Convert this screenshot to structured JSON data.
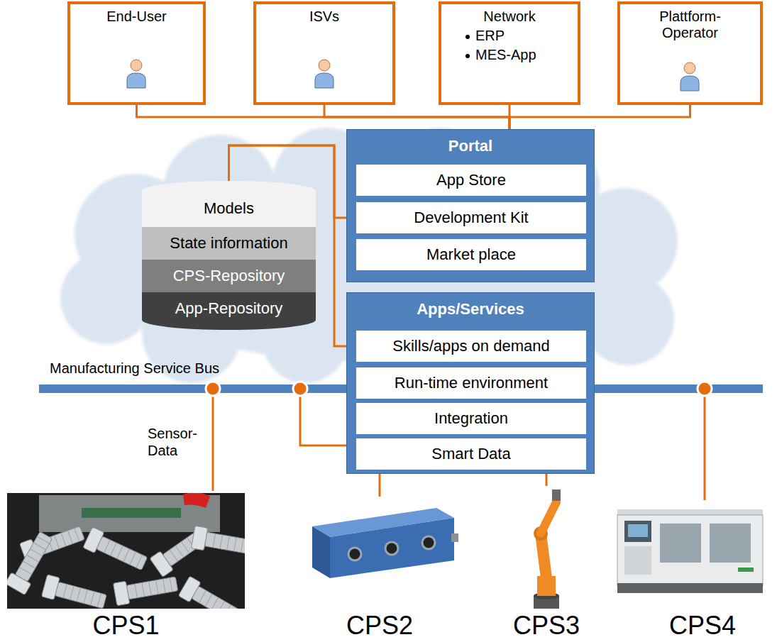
{
  "diagram": {
    "nodes": [
      {
        "text": [
          "End-User"
        ]
      },
      {
        "text": [
          "ISVs"
        ]
      },
      {
        "text": [
          "Network",
          "ERP",
          "MES-App"
        ]
      },
      {
        "text": [
          "Plattform-Operator"
        ]
      },
      {
        "text": [
          "Portal"
        ]
      },
      {
        "text": [
          "App Store"
        ],
        "in": 4
      },
      {
        "text": [
          "Development Kit"
        ],
        "in": 4
      },
      {
        "text": [
          "Market place"
        ],
        "in": 4
      },
      {
        "text": [
          "Models"
        ]
      },
      {
        "text": [
          "State information"
        ]
      },
      {
        "text": [
          "CPS-Repository"
        ]
      },
      {
        "text": [
          "App-Repository"
        ]
      },
      {
        "text": [
          "Manufacturing Service Bus"
        ]
      },
      {
        "text": [
          "Apps/Services"
        ]
      },
      {
        "text": [
          "Skills/apps on demand"
        ],
        "in": 13
      },
      {
        "text": [
          "Run-time environment"
        ],
        "in": 13
      },
      {
        "text": [
          "Integration"
        ],
        "in": 13
      },
      {
        "text": [
          "Smart Data"
        ],
        "in": 13
      },
      {
        "text": [
          "CPS1"
        ]
      },
      {
        "text": [
          "CPS2"
        ]
      },
      {
        "text": [
          "CPS3"
        ]
      },
      {
        "text": [
          "CPS4"
        ]
      }
    ],
    "edges": [
      {
        "from": 0,
        "to": 4,
        "arrow": "none"
      },
      {
        "from": 1,
        "to": 4,
        "arrow": "none"
      },
      {
        "from": 2,
        "to": 4,
        "arrow": "none"
      },
      {
        "from": 3,
        "to": 4,
        "arrow": "none"
      },
      {
        "from": 8,
        "to": 6,
        "arrow": "none"
      },
      {
        "from": 8,
        "to": 14,
        "arrow": "none"
      },
      {
        "from": 12,
        "to": 18,
        "label": "Sensor-Data",
        "arrow": "none"
      },
      {
        "from": 12,
        "to": 13,
        "arrow": "none"
      },
      {
        "from": 13,
        "to": 19,
        "arrow": "none"
      },
      {
        "from": 13,
        "to": 20,
        "arrow": "none"
      },
      {
        "from": 12,
        "to": 21,
        "arrow": "none"
      }
    ]
  }
}
